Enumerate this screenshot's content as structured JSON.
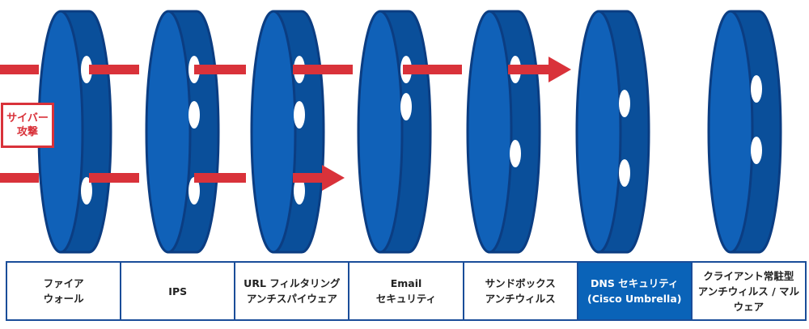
{
  "attack": {
    "line1": "サイバー",
    "line2": "攻撃"
  },
  "layers": [
    {
      "line1": "ファイア",
      "line2": "ウォール",
      "highlight": false
    },
    {
      "line1": "IPS",
      "line2": "",
      "highlight": false
    },
    {
      "line1": "URL フィルタリング",
      "line2": "アンチスパイウェア",
      "highlight": false
    },
    {
      "line1": "Email",
      "line2": "セキュリティ",
      "highlight": false
    },
    {
      "line1": "サンドボックス",
      "line2": "アンチウィルス",
      "highlight": false
    },
    {
      "line1": "DNS セキュリティ",
      "line2": "(Cisco Umbrella)",
      "highlight": true
    },
    {
      "line1": "クライアント常駐型",
      "line2": "アンチウィルス / マルウェア",
      "highlight": false
    }
  ],
  "colors": {
    "disk_face": "#1061b8",
    "disk_side": "#0a4f9a",
    "disk_edge": "#0b3d82",
    "arrow": "#d9323a",
    "highlight_cell": "#0a63b8"
  },
  "attack_paths": {
    "upper_stops_before_layer": 6,
    "lower_stops_before_layer": 4
  }
}
